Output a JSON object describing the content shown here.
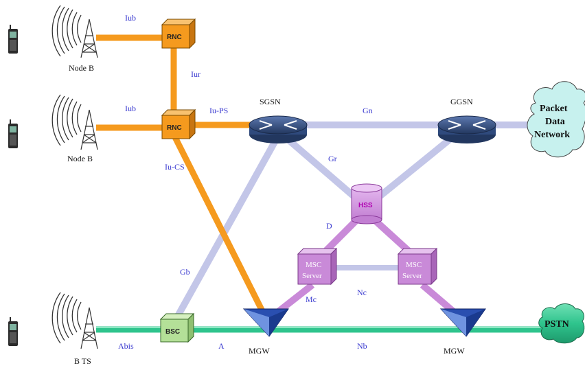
{
  "colors": {
    "utran": "#f59a1e",
    "gprs_core": "#c3c6e8",
    "ims": "#c98ad8",
    "pstn": "#2fc48d",
    "label": "#3a3ad0"
  },
  "nodes": {
    "node_b_top": "Node B",
    "node_b_mid": "Node B",
    "bts": "B TS",
    "rnc_top": "RNC",
    "rnc_mid": "RNC",
    "bsc": "BSC",
    "sgsn": "SGSN",
    "ggsn": "GGSN",
    "hss": "HSS",
    "msc_left_line1": "MSC",
    "msc_left_line2": "Server",
    "msc_right_line1": "MSC",
    "msc_right_line2": "Server",
    "mgw_left": "MGW",
    "mgw_right": "MGW",
    "pdn_line1": "Packet",
    "pdn_line2": "Data",
    "pdn_line3": "Network",
    "pstn": "PSTN"
  },
  "interfaces": {
    "iub_top": "Iub",
    "iub_mid": "Iub",
    "iur": "Iur",
    "iu_ps": "Iu-PS",
    "iu_cs": "Iu-CS",
    "gn": "Gn",
    "gr": "Gr",
    "gb": "Gb",
    "d": "D",
    "mc": "Mc",
    "nc": "Nc",
    "nb": "Nb",
    "abis": "Abis",
    "a": "A"
  }
}
